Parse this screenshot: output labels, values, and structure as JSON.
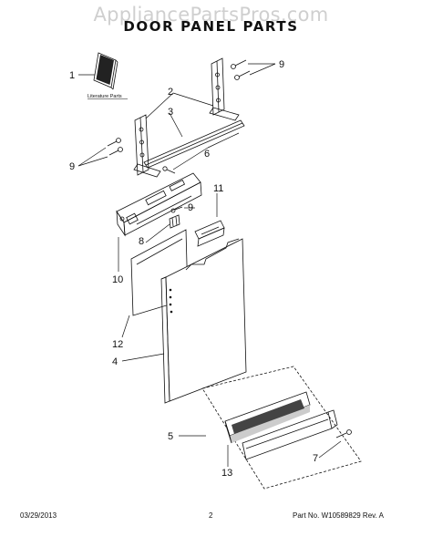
{
  "watermark": "AppliancePartsPros.com",
  "title": "DOOR PANEL PARTS",
  "literature_label": "Literature Parts",
  "callouts": {
    "c1": "1",
    "c2": "2",
    "c3": "3",
    "c4": "4",
    "c5": "5",
    "c6": "6",
    "c7": "7",
    "c8": "8",
    "c9a": "9",
    "c9b": "9",
    "c9c": "9",
    "c10": "10",
    "c11": "11",
    "c12": "12",
    "c13": "13"
  },
  "footer": {
    "date": "03/29/2013",
    "page": "2",
    "part_number": "Part No. W10589829  Rev. A"
  }
}
